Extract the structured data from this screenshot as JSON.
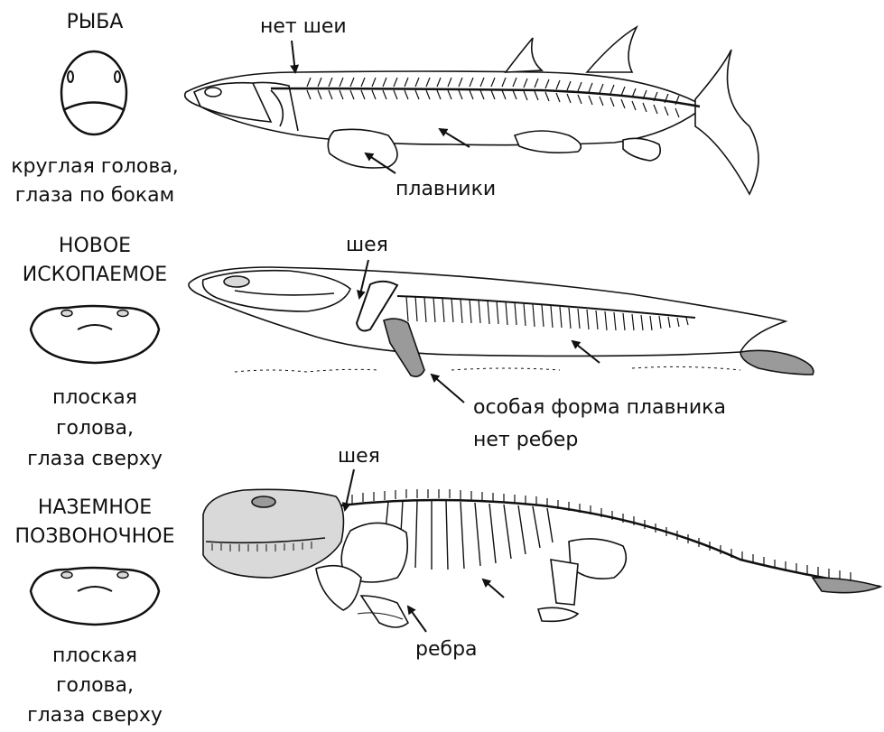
{
  "rows": [
    {
      "heading": [
        "РЫБА"
      ],
      "caption": [
        "круглая голова,",
        "глаза по бокам"
      ],
      "labels": [
        "нет шеи",
        "плавники"
      ]
    },
    {
      "heading": [
        "НОВОЕ",
        "ИСКОПАЕМОЕ"
      ],
      "caption": [
        "плоская",
        "голова,",
        "глаза сверху"
      ],
      "labels": [
        "шея",
        "особая форма плавника",
        "нет ребер"
      ]
    },
    {
      "heading": [
        "НАЗЕМНОЕ",
        "ПОЗВОНОЧНОЕ"
      ],
      "caption": [
        "плоская",
        "голова,",
        "глаза сверху"
      ],
      "labels": [
        "шея",
        "ребра"
      ]
    }
  ],
  "colors": {
    "ink": "#111111",
    "fill_light": "#ffffff",
    "fill_grey": "#d9d9d9",
    "fill_dark": "#9a9a9a"
  },
  "icons": [
    "round-head-icon",
    "flat-head-icon",
    "fish-skeleton-icon",
    "fossil-skeleton-icon",
    "tetrapod-skeleton-icon",
    "pointer-arrow-icon"
  ]
}
